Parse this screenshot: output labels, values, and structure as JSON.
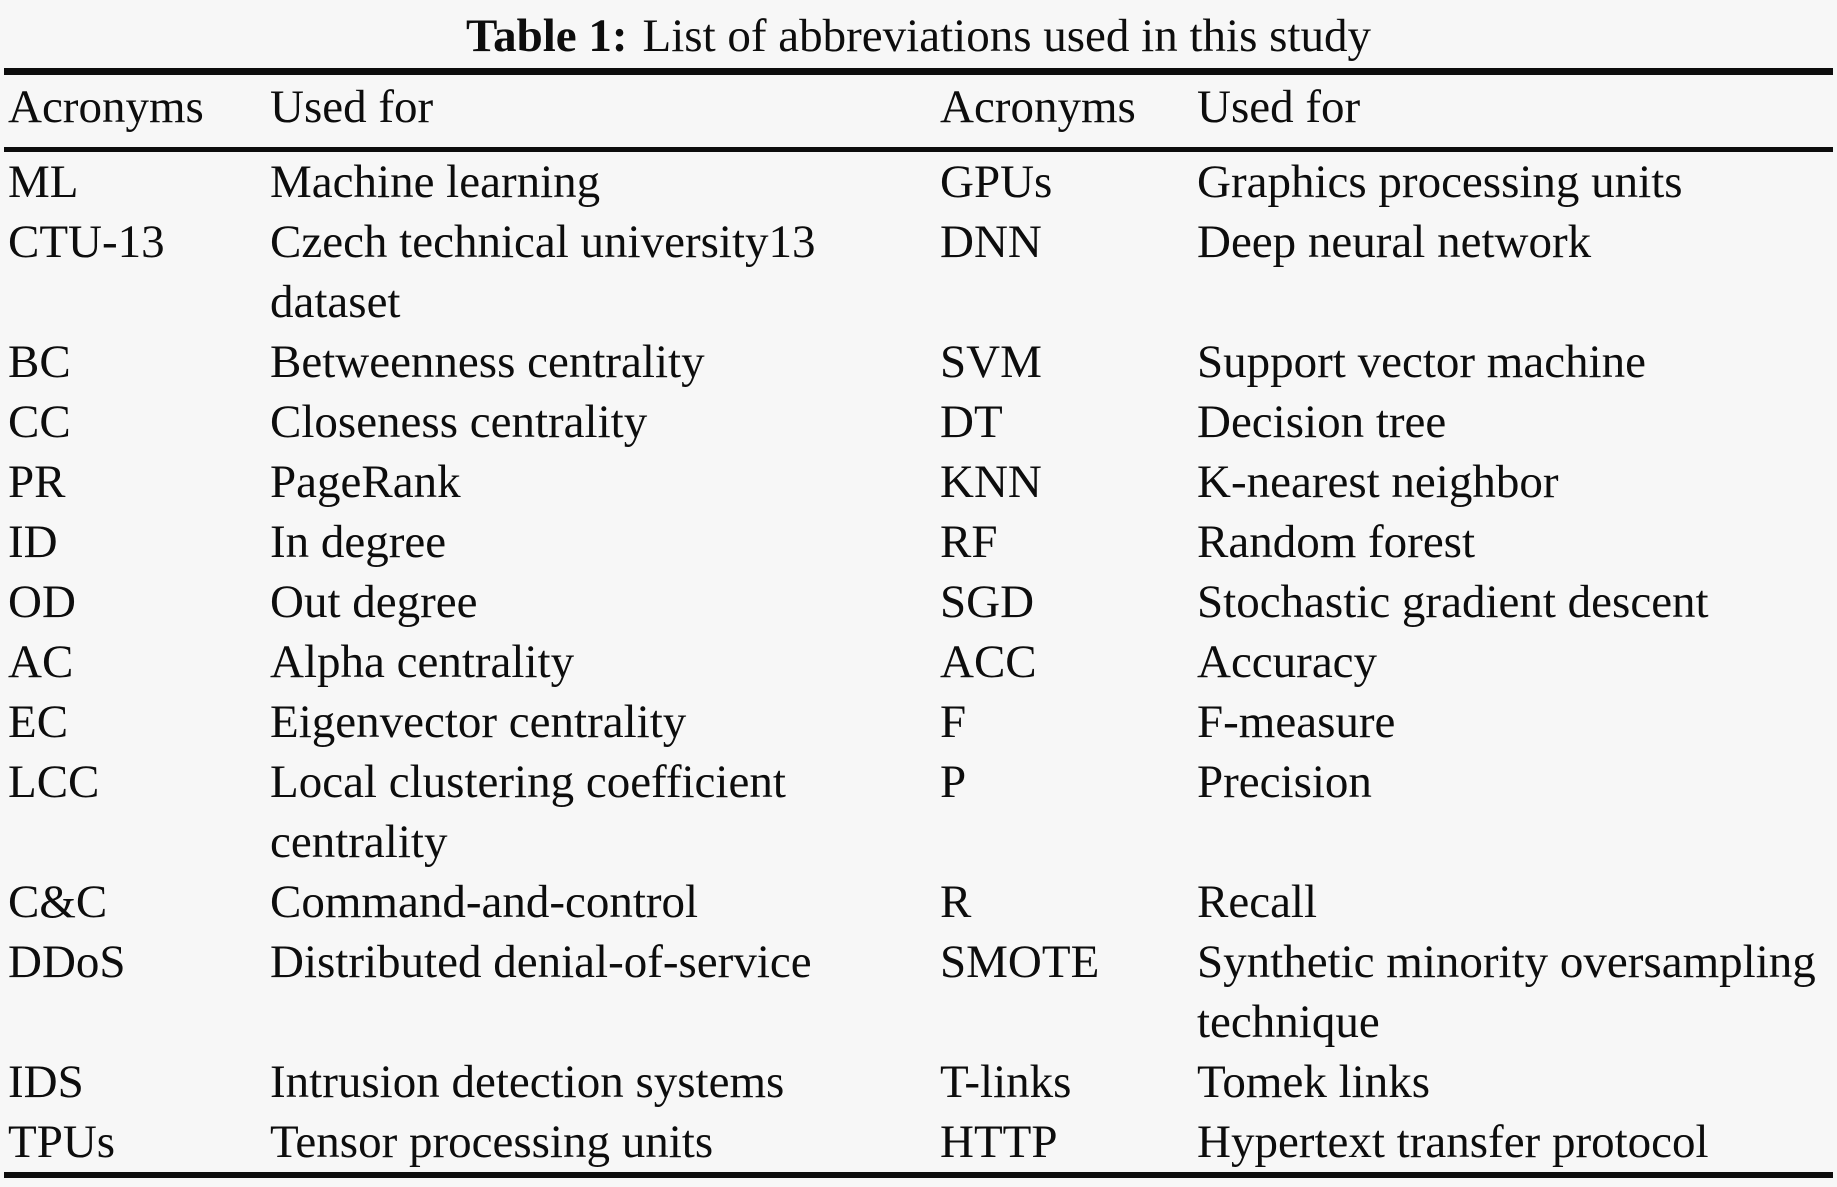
{
  "caption": {
    "label": "Table 1:",
    "text": "List of abbreviations used in this study"
  },
  "table": {
    "headers": [
      "Acronyms",
      "Used for",
      "Acronyms",
      "Used for"
    ],
    "rows": [
      {
        "a1": "ML",
        "d1": "Machine learning",
        "a2": "GPUs",
        "d2": "Graphics processing units"
      },
      {
        "a1": "CTU-13",
        "d1": "Czech technical university13\ndataset",
        "a2": "DNN",
        "d2": "Deep neural network"
      },
      {
        "a1": "BC",
        "d1": "Betweenness centrality",
        "a2": "SVM",
        "d2": "Support vector machine"
      },
      {
        "a1": "CC",
        "d1": "Closeness centrality",
        "a2": "DT",
        "d2": "Decision tree"
      },
      {
        "a1": "PR",
        "d1": "PageRank",
        "a2": "KNN",
        "d2": "K-nearest neighbor"
      },
      {
        "a1": "ID",
        "d1": "In degree",
        "a2": "RF",
        "d2": "Random forest"
      },
      {
        "a1": "OD",
        "d1": "Out degree",
        "a2": "SGD",
        "d2": "Stochastic gradient descent"
      },
      {
        "a1": "AC",
        "d1": "Alpha centrality",
        "a2": "ACC",
        "d2": "Accuracy"
      },
      {
        "a1": "EC",
        "d1": "Eigenvector centrality",
        "a2": "F",
        "d2": "F-measure"
      },
      {
        "a1": "LCC",
        "d1": "Local clustering coefficient\ncentrality",
        "a2": "P",
        "d2": "Precision"
      },
      {
        "a1": "C&C",
        "d1": "Command-and-control",
        "a2": "R",
        "d2": "Recall"
      },
      {
        "a1": "DDoS",
        "d1": "Distributed denial-of-service",
        "a2": "SMOTE",
        "d2": "Synthetic minority oversampling\ntechnique"
      },
      {
        "a1": "IDS",
        "d1": "Intrusion detection systems",
        "a2": "T-links",
        "d2": "Tomek links"
      },
      {
        "a1": "TPUs",
        "d1": "Tensor processing units",
        "a2": "HTTP",
        "d2": "Hypertext transfer protocol"
      }
    ]
  },
  "colors": {
    "background": "#f7f7f7",
    "text": "#0d0d0d",
    "rule": "#0d0d0d"
  }
}
